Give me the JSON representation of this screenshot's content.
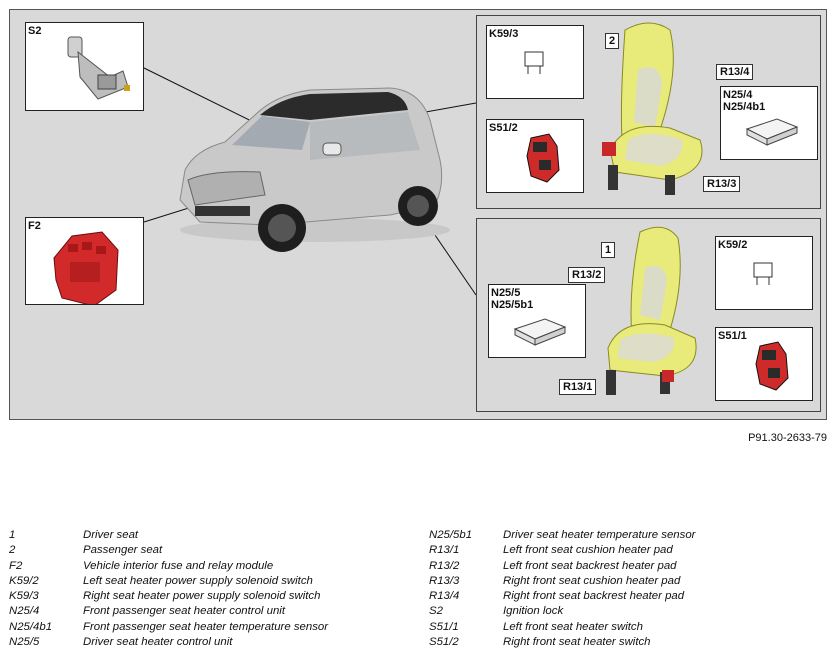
{
  "figure": {
    "boxes": {
      "s2": "S2",
      "f2": "F2",
      "k59_3": "K59/3",
      "s51_2": "S51/2",
      "n25_4": "N25/4",
      "n25_4b1": "N25/4b1",
      "k59_2": "K59/2",
      "s51_1": "S51/1",
      "n25_5": "N25/5",
      "n25_5b1": "N25/5b1"
    },
    "callouts": {
      "top_seat": "2",
      "r13_4": "R13/4",
      "r13_3": "R13/3",
      "bottom_seat": "1",
      "r13_2": "R13/2",
      "r13_1": "R13/1"
    },
    "reference": "P91.30-2633-79"
  },
  "legend": {
    "left": [
      {
        "code": "1",
        "desc": "Driver seat"
      },
      {
        "code": "2",
        "desc": "Passenger seat"
      },
      {
        "code": "F2",
        "desc": "Vehicle interior fuse and relay module"
      },
      {
        "code": "K59/2",
        "desc": "Left seat heater power supply solenoid switch"
      },
      {
        "code": "K59/3",
        "desc": "Right seat heater power supply solenoid switch"
      },
      {
        "code": "N25/4",
        "desc": "Front passenger seat heater control unit"
      },
      {
        "code": "N25/4b1",
        "desc": "Front passenger seat heater temperature sensor"
      },
      {
        "code": "N25/5",
        "desc": "Driver seat heater control unit"
      }
    ],
    "right": [
      {
        "code": "N25/5b1",
        "desc": "Driver seat heater temperature sensor"
      },
      {
        "code": "R13/1",
        "desc": "Left front seat cushion heater pad"
      },
      {
        "code": "R13/2",
        "desc": "Left front seat backrest heater pad"
      },
      {
        "code": "R13/3",
        "desc": "Right front seat cushion heater pad"
      },
      {
        "code": "R13/4",
        "desc": "Right front seat backrest heater pad"
      },
      {
        "code": "S2",
        "desc": "Ignition lock"
      },
      {
        "code": "S51/1",
        "desc": "Left front seat heater switch"
      },
      {
        "code": "S51/2",
        "desc": "Right front seat heater switch"
      }
    ]
  }
}
